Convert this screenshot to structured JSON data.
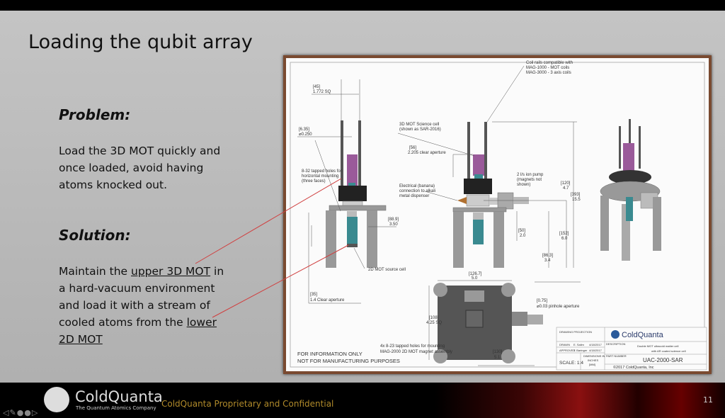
{
  "slide": {
    "title": "Loading the qubit array",
    "problem_heading": "Problem:",
    "problem_text": "Load the 3D MOT quickly and once loaded, avoid having atoms knocked out.",
    "solution_heading": "Solution:",
    "solution_parts": [
      "Maintain the ",
      "upper 3D MOT",
      " in a hard-vacuum environment and load it with a stream of cooled atoms from the ",
      "lower 2D MOT"
    ],
    "page_number": "11"
  },
  "drawing": {
    "labels": {
      "dim45": "[45]",
      "dim1772": "1.772 SQ",
      "dim635": "[6.35]",
      "dim0250": "⌀0.250",
      "tapped_holes_1": "8-32 tapped holes for",
      "tapped_holes_2": "horizontal mounting",
      "tapped_holes_3": "(three faces)",
      "dim889": "[88.9]",
      "dim350": "3.50",
      "source_cell": "2D MOT source cell",
      "dim35": "[35]",
      "clear_ap_1": "1.4  Clear aperture",
      "coil_1": "Coil rails compatible with",
      "coil_2": "MAG-1000 - MOT coils",
      "coil_3": "MAG-3000 - 3 axis coils",
      "sci_1": "3D MOT Science cell",
      "sci_2": "(shown as SAR-2016)",
      "dim56": "[56]",
      "dim2205": "2.205 clear aperture",
      "elec_1": "Electrical (banana)",
      "elec_2": "connection to alkali",
      "elec_3": "metal dispenser",
      "pump_1": "2 l/s ion pump",
      "pump_2": "(magnets not",
      "pump_3": "shown)",
      "dim120": "[120]",
      "dim47": "4.7",
      "dim393": "[393]",
      "dim155": "15.5",
      "dim50": "[50]",
      "dim20": "2.0",
      "dim152": "[152]",
      "dim60": "6.0",
      "dim863": "[86.3]",
      "dim34": "3.4",
      "dim1267": "[126.7]",
      "dim50b": "5.0",
      "dim108": "[108]",
      "dim425": "4.25  SQ",
      "dim075": "[0.75]",
      "pinhole": "⌀0.03 pinhole aperture",
      "mount_1": "4x 8-23 tapped holes for mounting",
      "mount_2": "MAG-2000 2D MOT magnet assembly",
      "dim130": "[130]",
      "dim51": "5.1",
      "info_1": "FOR INFORMATION ONLY",
      "info_2": "NOT FOR MANUFACTURING PURPOSES"
    },
    "title_block": {
      "projection": "DRAWING PROJECTION",
      "brand": "ColdQuanta",
      "drawn_label": "DRAWN",
      "drawn_by": "E. Salim",
      "drawn_date": "4/18/2017",
      "approved_label": "APPROVED",
      "approved_by": "T. Baringer",
      "approved_date": "4/18/2017",
      "description_label": "DESCRIPTION",
      "description_1": "Double MOT ultracold matter cell",
      "description_2": "with AR coated science cell",
      "part_label": "PART NUMBER",
      "part_number": "UAC-2000-SAR",
      "scale": "SCALE: 1:4",
      "units_1": "DIMENSIONS IN",
      "units_2": "INCHES",
      "units_3": "[MM]",
      "copyright": "©2017 ColdQuanta, Inc"
    },
    "colors": {
      "cell_purple": "#9a5a9a",
      "cell_blue": "#3a8a90",
      "leader_red": "#d04040"
    }
  },
  "footer": {
    "brand": "ColdQuanta",
    "tagline": "The Quantum Atomics Company",
    "confidential": "ColdQuanta Proprietary and Confidential",
    "nav_icons": [
      "prev-icon",
      "pen-icon",
      "menu-icon",
      "play-icon",
      "next-icon"
    ]
  }
}
